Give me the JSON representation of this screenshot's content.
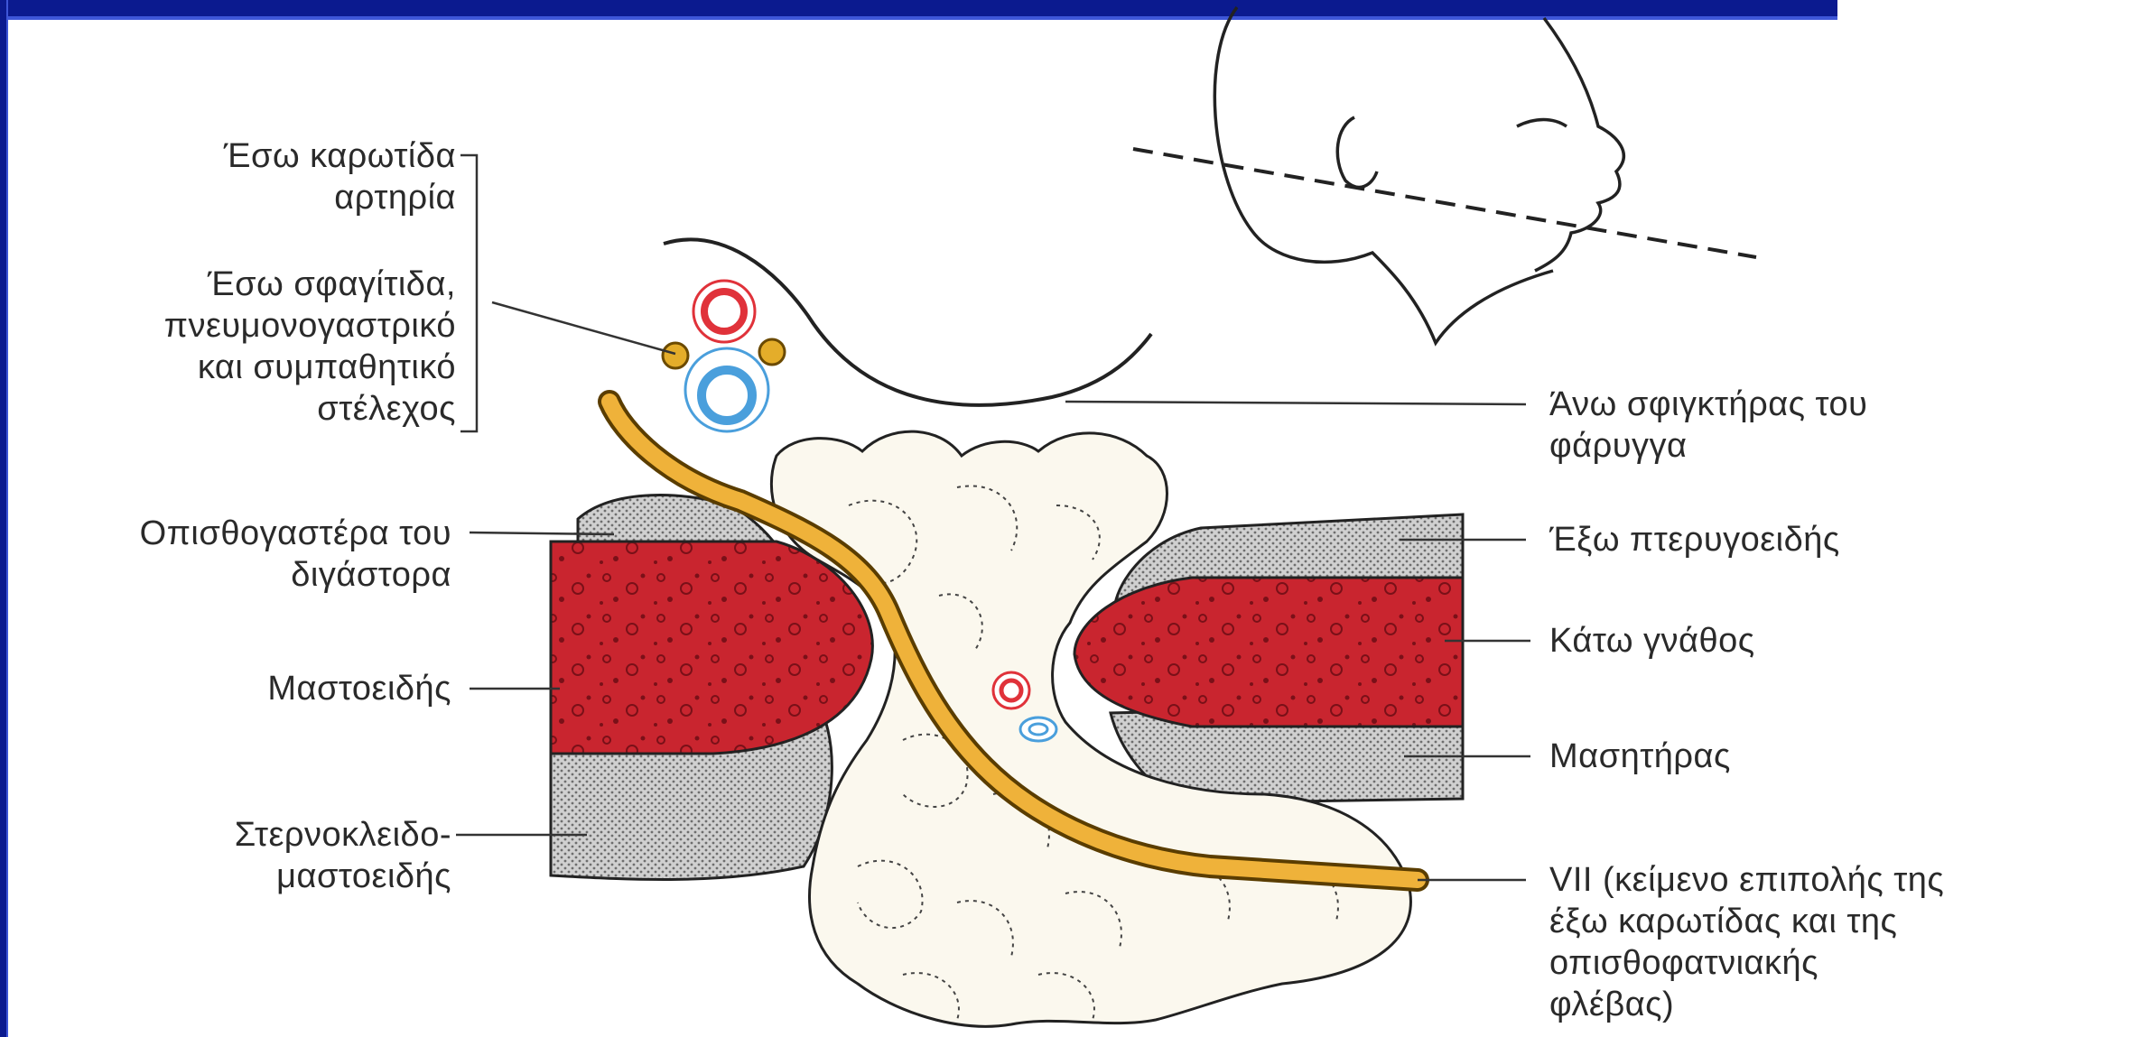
{
  "labels": {
    "internal_carotid": "Έσω καρωτίδα\nαρτηρία",
    "internal_jugular": "Έσω σφαγίτιδα,\nπνευμονογαστρικό\nκαι συμπαθητικό\nστέλεχος",
    "posterior_digastric": "Οπισθογαστέρα του\nδιγάστορα",
    "mastoid": "Μαστοειδής",
    "sternocleidomastoid": "Στερνοκλειδο-\nμαστοειδής",
    "superior_constrictor": "Άνω σφιγκτήρας του\nφάρυγγα",
    "lateral_pterygoid": "Έξω πτερυγοειδής",
    "mandible": "Κάτω γνάθος",
    "masseter": "Μασητήρας",
    "facial_nerve": "VII (κείμενο επιπολής της\nέξω καρωτίδας και της\nοπισθοφατνιακής\nφλέβας)"
  },
  "colors": {
    "header_bar": "#0b1a8f",
    "muscle_red": "#c9252f",
    "nerve_yellow": "#efb23a",
    "artery_red": "#e0323a",
    "vein_blue": "#4a9fdc",
    "gland_fill": "#fbf8ee",
    "stipple_gray": "#b8b8b8"
  }
}
